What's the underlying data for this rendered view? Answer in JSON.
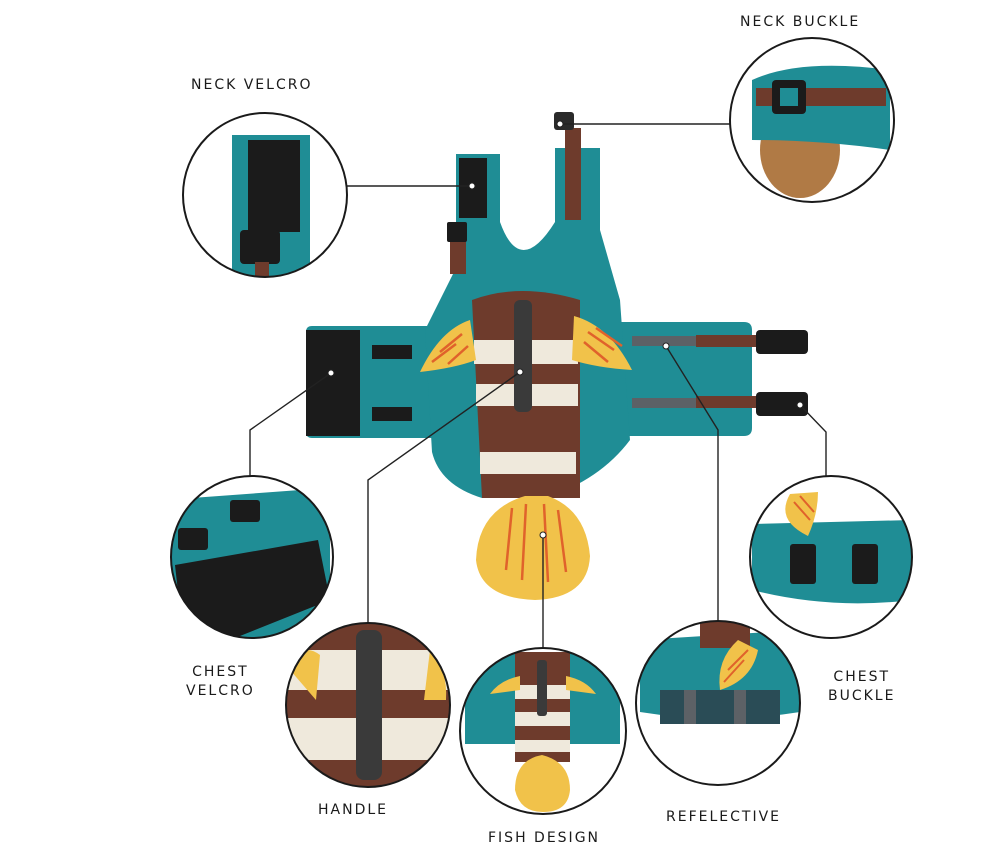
{
  "labels": {
    "neck_velcro": "NECK VELCRO",
    "neck_buckle": "NECK BUCKLE",
    "chest_velcro_line1": "CHEST",
    "chest_velcro_line2": "VELCRO",
    "chest_buckle_line1": "CHEST",
    "chest_buckle_line2": "BUCKLE",
    "handle": "HANDLE",
    "fish_design": "FISH DESIGN",
    "reflective": "REFELECTIVE"
  },
  "colors": {
    "teal": "#1f8d95",
    "teal_dark": "#176f76",
    "brown": "#6e3b2c",
    "cream": "#efe9dc",
    "yellow": "#f1c24a",
    "orange_stripe": "#e0622b",
    "black": "#1b1b1b",
    "gray": "#5c6166"
  }
}
